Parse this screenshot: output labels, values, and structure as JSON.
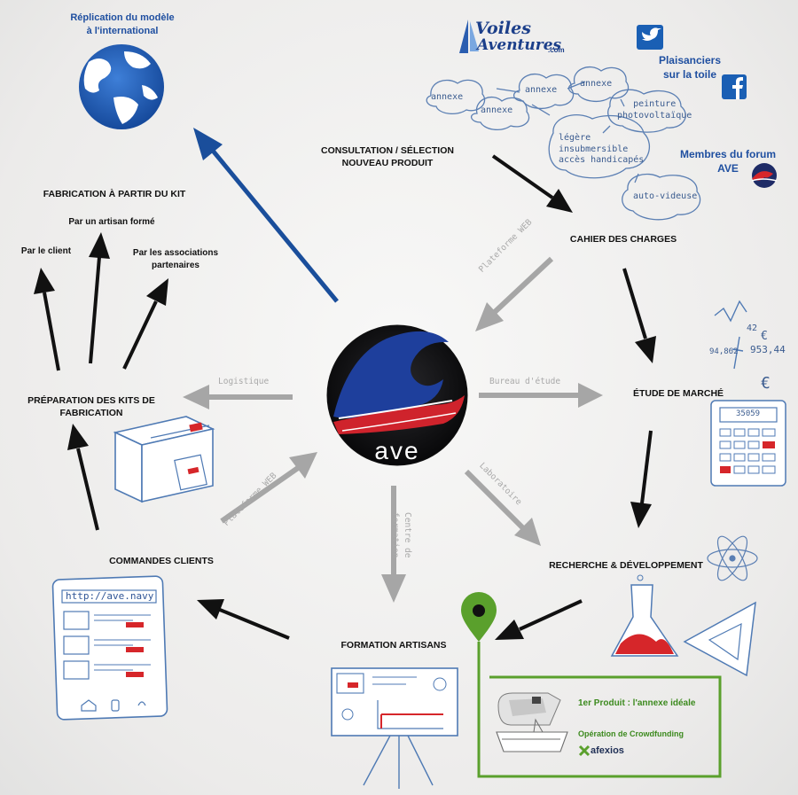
{
  "center": {
    "logo_text": "ave"
  },
  "nodes": {
    "international": {
      "label": "Réplication du modèle\nà l'international"
    },
    "consultation": {
      "label": "CONSULTATION / SÉLECTION\nNOUVEAU PRODUIT"
    },
    "cahier": {
      "label": "CAHIER DES CHARGES"
    },
    "etude": {
      "label": "ÉTUDE DE MARCHÉ"
    },
    "recherche": {
      "label": "RECHERCHE & DÉVELOPPEMENT"
    },
    "formation": {
      "label": "FORMATION ARTISANS"
    },
    "commandes": {
      "label": "COMMANDES CLIENTS"
    },
    "preparation": {
      "label": "PRÉPARATION DES KITS DE\nFABRICATION"
    },
    "fabrication": {
      "label": "FABRICATION À PARTIR DU KIT"
    },
    "par_artisan": {
      "label": "Par un artisan formé"
    },
    "par_client": {
      "label": "Par le client"
    },
    "par_associations": {
      "label": "Par les associations\npartenaires"
    }
  },
  "edge_labels": {
    "plateforme_web_top": "Plateforme WEB",
    "bureau_etude": "Bureau d'étude",
    "laboratoire": "Laboratoire",
    "centre_formation": "Centre de\nformation",
    "plateforme_web_bottom": "Plateforme WEB",
    "logistique": "Logistique"
  },
  "cloud": {
    "brand_line1": "Voiles",
    "brand_line2": "Aventures",
    "brand_suffix": ".com",
    "plaisanciers": "Plaisanciers\nsur la toile",
    "membres": "Membres du forum\nAVE",
    "bubbles": [
      "annexe",
      "annexe",
      "annexe",
      "annexe",
      "peinture\nphotovoltaïque",
      "légère\ninsubmersible\naccès handicapés",
      "auto-videuse"
    ]
  },
  "product": {
    "title": "1er Produit : l'annexe idéale",
    "crowdfunding": "Opération de Crowdfunding",
    "partner": "afexios"
  },
  "website": {
    "url": "http://ave.navy"
  },
  "calculator": {
    "display": "35059"
  },
  "numbers": [
    "42",
    "94,862",
    "953,44",
    "€",
    "€"
  ],
  "colors": {
    "blue": "#1f4fa0",
    "black": "#111111",
    "grey": "#a6a6a6",
    "green": "#5aa02c",
    "red": "#d6262a"
  }
}
